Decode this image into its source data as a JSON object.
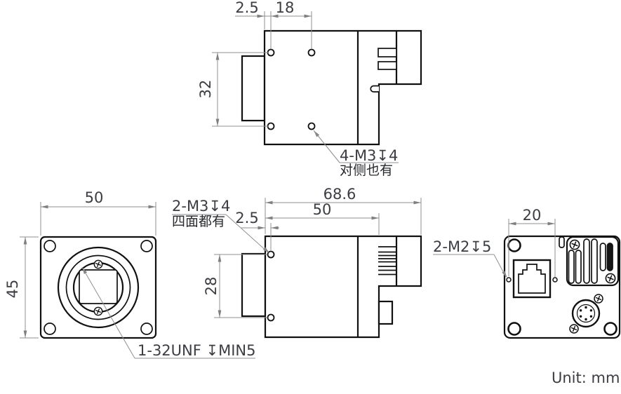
{
  "colors": {
    "outline": "#101010",
    "dimension_line": "#8f8f8f",
    "text": "#3b3d42"
  },
  "unit_note": "Unit: mm",
  "top_view": {
    "dim_offset": "2.5",
    "dim_hole_spacing": "18",
    "dim_height": "32",
    "thread_note": "4-M3↧4",
    "thread_note_sub": "对侧也有"
  },
  "front_view": {
    "dim_width": "50",
    "dim_height": "45",
    "mount_note": "1-32UNF ↧MIN5"
  },
  "side_view": {
    "dim_length": "68.6",
    "dim_body": "50",
    "dim_offset": "2.5",
    "dim_hole_spacing": "28",
    "thread_note": "2-M3↧4",
    "thread_note_sub": "四面都有"
  },
  "rear_view": {
    "dim_hole_spacing": "20",
    "thread_note": "2-M2↧5"
  }
}
